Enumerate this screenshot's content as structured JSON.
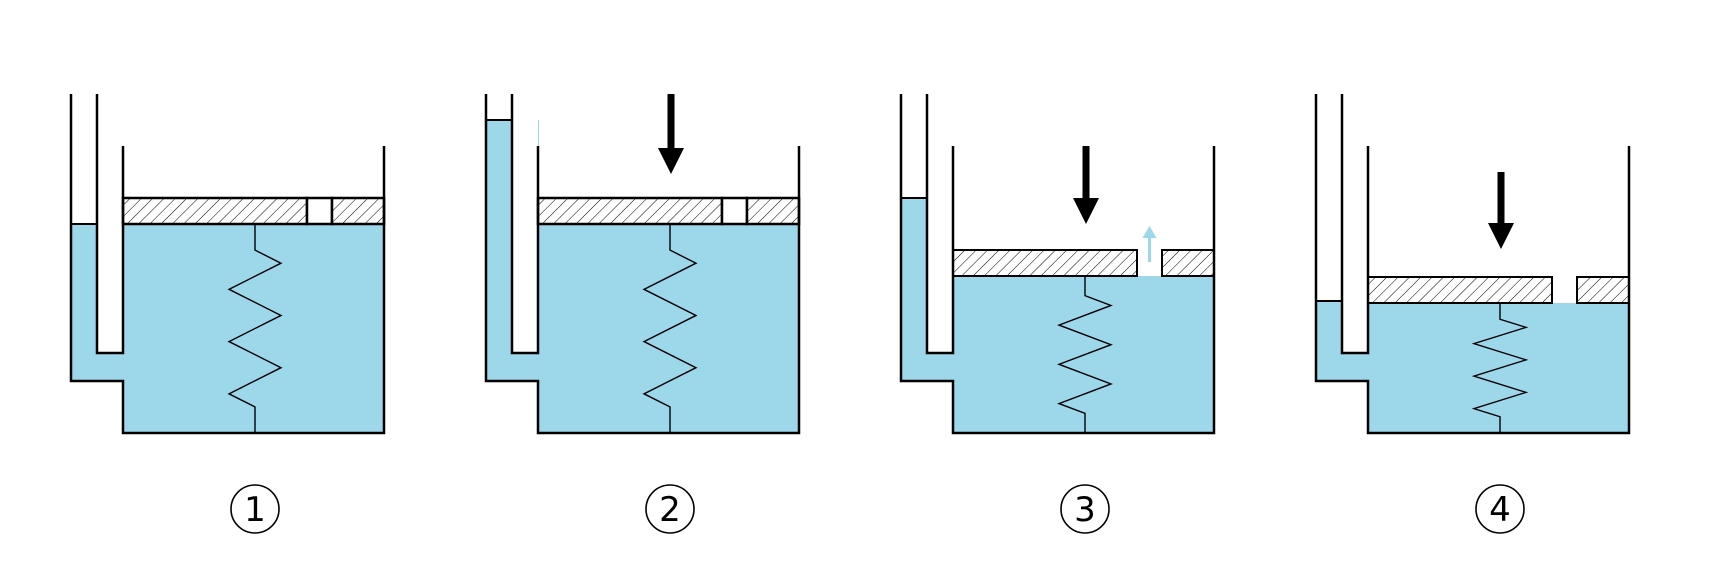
{
  "colors": {
    "water": "#9cd8e9",
    "line": "#000000",
    "bubble_arrow": "#9cd8e9"
  },
  "panels": [
    {
      "label": "1",
      "piston_arrow": false,
      "escape_arrow": false,
      "state": "rest"
    },
    {
      "label": "2",
      "piston_arrow": true,
      "escape_arrow": false,
      "state": "pressed"
    },
    {
      "label": "3",
      "piston_arrow": true,
      "escape_arrow": true,
      "state": "descending"
    },
    {
      "label": "4",
      "piston_arrow": true,
      "escape_arrow": false,
      "state": "lowest"
    }
  ]
}
